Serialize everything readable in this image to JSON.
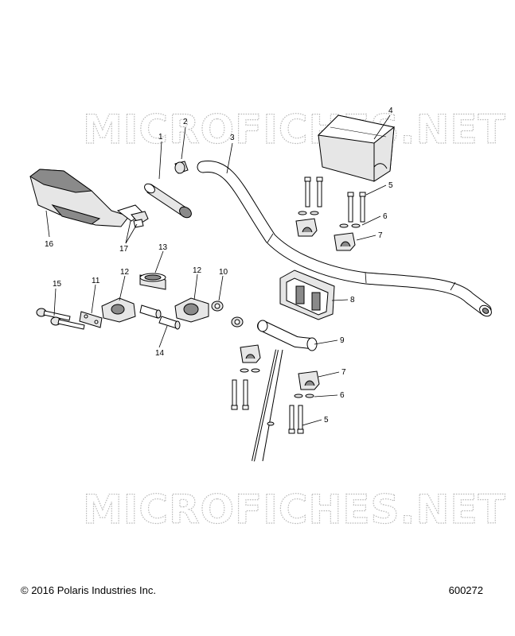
{
  "watermarks": [
    "MICROFICHES.NET",
    "MICROFICHES.NET"
  ],
  "footer": {
    "copyright": "© 2016 Polaris Industries Inc.",
    "figure_number": "600272"
  },
  "callouts": [
    {
      "id": "c1",
      "label": "1"
    },
    {
      "id": "c2",
      "label": "2"
    },
    {
      "id": "c3",
      "label": "3"
    },
    {
      "id": "c4",
      "label": "4"
    },
    {
      "id": "c5a",
      "label": "5"
    },
    {
      "id": "c6a",
      "label": "6"
    },
    {
      "id": "c7a",
      "label": "7"
    },
    {
      "id": "c8",
      "label": "8"
    },
    {
      "id": "c9",
      "label": "9"
    },
    {
      "id": "c7b",
      "label": "7"
    },
    {
      "id": "c6b",
      "label": "6"
    },
    {
      "id": "c5b",
      "label": "5"
    },
    {
      "id": "c10",
      "label": "10"
    },
    {
      "id": "c11",
      "label": "11"
    },
    {
      "id": "c12a",
      "label": "12"
    },
    {
      "id": "c12b",
      "label": "12"
    },
    {
      "id": "c13",
      "label": "13"
    },
    {
      "id": "c14",
      "label": "14"
    },
    {
      "id": "c15",
      "label": "15"
    },
    {
      "id": "c16",
      "label": "16"
    },
    {
      "id": "c17",
      "label": "17"
    }
  ]
}
